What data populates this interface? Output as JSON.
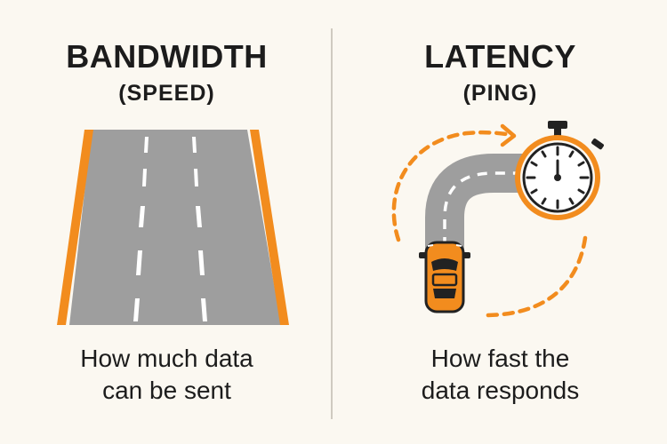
{
  "bandwidth": {
    "title": "BANDWIDTH",
    "subtitle": "(SPEED)",
    "caption_line1": "How much data",
    "caption_line2": "can be sent",
    "illustration": "road-icon"
  },
  "latency": {
    "title": "LATENCY",
    "subtitle": "(PING)",
    "caption_line1": "How fast the",
    "caption_line2": "data responds",
    "illustration": "stopwatch-car-icon"
  },
  "colors": {
    "accent": "#f28c1e",
    "road": "#9e9e9e",
    "background": "#fbf8f1",
    "text": "#1c1c1c"
  }
}
